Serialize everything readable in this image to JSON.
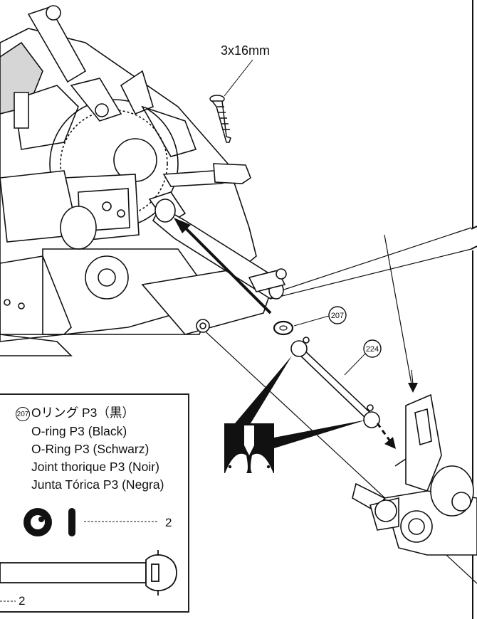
{
  "screw_label": "3x16mm",
  "callouts": {
    "oring_part_no": "207",
    "shaft_part_no": "224"
  },
  "parts_box": {
    "part_no": "207",
    "names": [
      "Oリング P3（黒）",
      "O-ring P3 (Black)",
      "O-Ring P3 (Schwarz)",
      "Joint thorique P3 (Noir)",
      "Junta Tórica P3 (Negra)"
    ],
    "oring_qty": "2",
    "shaft_qty": "2"
  },
  "colors": {
    "ink": "#111111",
    "shade": "#d6d6d6",
    "paper": "#ffffff"
  }
}
